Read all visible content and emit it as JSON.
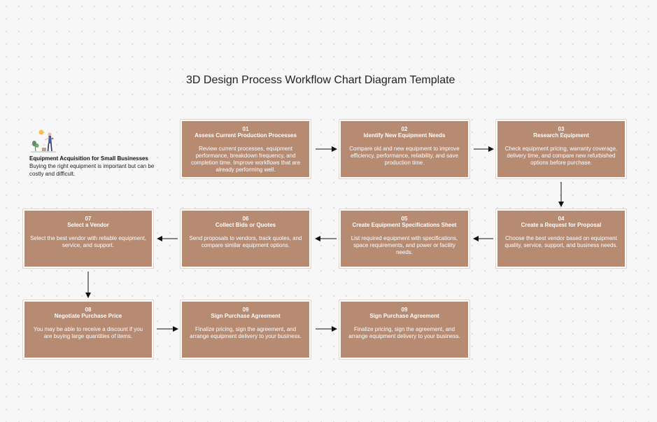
{
  "page": {
    "title": "3D Design Process Workflow Chart Diagram Template"
  },
  "intro": {
    "heading": "Equipment Acquisition for Small Businesses",
    "description": "Buying the right equipment is important but can be costly and difficult."
  },
  "colors": {
    "card_fill": "#b78a72",
    "card_text": "#ffffff",
    "arrow": "#111111",
    "background": "#f7f7f7"
  },
  "steps": [
    {
      "number": "01",
      "title": "Assess Current Production Processes",
      "description": "Review current processes, equipment performance, breakdown frequency, and completion time. Improve workflows that are already performing well."
    },
    {
      "number": "02",
      "title": "Identify New Equipment Needs",
      "description": "Compare old and new equipment to improve efficiency, performance, reliability, and save production time."
    },
    {
      "number": "03",
      "title": "Research Equipment",
      "description": "Check equipment pricing, warranty coverage, delivery time, and compare new refurbished options before purchase."
    },
    {
      "number": "04",
      "title": "Create a Request for Proposal",
      "description": "Choose the best vendor based on equipment quality, service, support, and business needs."
    },
    {
      "number": "05",
      "title": "Create Equipment Specifications Sheet",
      "description": "List required equipment with specifications, space requirements, and power or facility needs."
    },
    {
      "number": "06",
      "title": "Collect Bids or Quotes",
      "description": "Send proposals to vendors, track quotes, and compare similar equipment options."
    },
    {
      "number": "07",
      "title": "Select a Vendor",
      "description": "Select the best vendor with reliable equipment, service, and support."
    },
    {
      "number": "08",
      "title": "Negotiate Purchase Price",
      "description": "You may be able to receive a discount if you are buying large quantities of items."
    },
    {
      "number": "09",
      "title": "Sign Purchase Agreement",
      "description": "Finalize pricing, sign the agreement, and arrange equipment delivery to your business."
    },
    {
      "number": "09",
      "title": "Sign Purchase Agreement",
      "description": "Finalize pricing, sign the agreement, and arrange equipment delivery to your business."
    }
  ]
}
